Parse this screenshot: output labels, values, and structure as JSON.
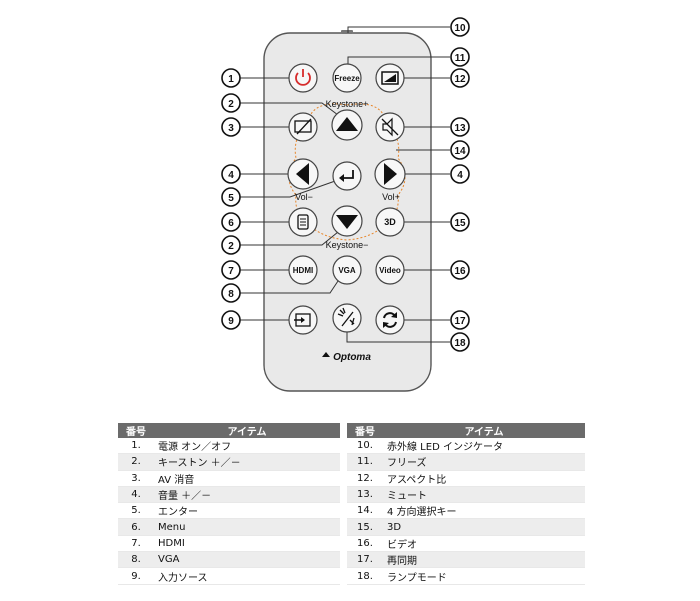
{
  "remote": {
    "brand": "Optoma",
    "buttons": {
      "freeze": "Freeze",
      "three_d": "3D",
      "hdmi": "HDMI",
      "vga": "VGA",
      "video": "Video"
    },
    "labels": {
      "keystone_up": "Keystone+",
      "keystone_down": "Keystone−",
      "vol_minus": "Vol−",
      "vol_plus": "Vol+"
    },
    "callouts": {
      "power": "1",
      "keystone_up": "2",
      "av_mute": "3",
      "vol_left": "4",
      "enter": "5",
      "menu": "6",
      "hdmi": "7",
      "vga": "8",
      "source": "9",
      "led": "10",
      "freeze": "11",
      "aspect": "12",
      "mute": "13",
      "four_dir": "14",
      "vol_right": "4",
      "three_d": "15",
      "video": "16",
      "resync": "17",
      "lamp": "18",
      "keystone_down": "2"
    }
  },
  "legend": {
    "col_number": "番号",
    "col_item": "アイテム",
    "left": [
      {
        "no": "1.",
        "item": "電源 オン／オフ"
      },
      {
        "no": "2.",
        "item": "キーストン ＋／－"
      },
      {
        "no": "3.",
        "item": "AV 消音"
      },
      {
        "no": "4.",
        "item": "音量 ＋／－"
      },
      {
        "no": "5.",
        "item": "エンター"
      },
      {
        "no": "6.",
        "item": "Menu"
      },
      {
        "no": "7.",
        "item": "HDMI"
      },
      {
        "no": "8.",
        "item": "VGA"
      },
      {
        "no": "9.",
        "item": "入力ソース"
      }
    ],
    "right": [
      {
        "no": "10.",
        "item": "赤外線 LED インジケータ"
      },
      {
        "no": "11.",
        "item": "フリーズ"
      },
      {
        "no": "12.",
        "item": "アスペクト比"
      },
      {
        "no": "13.",
        "item": "ミュート"
      },
      {
        "no": "14.",
        "item": "4 方向選択キー"
      },
      {
        "no": "15.",
        "item": "3D"
      },
      {
        "no": "16.",
        "item": "ビデオ"
      },
      {
        "no": "17.",
        "item": "再同期"
      },
      {
        "no": "18.",
        "item": "ランプモード"
      }
    ]
  },
  "colors": {
    "remote_body": "#e9e9e9",
    "button_fill": "#f7f7f7",
    "power_red": "#d62b2b",
    "dpad_outline": "#e8862a",
    "callout_fill": "#ffffff",
    "table_header": "#6b6b6b"
  }
}
